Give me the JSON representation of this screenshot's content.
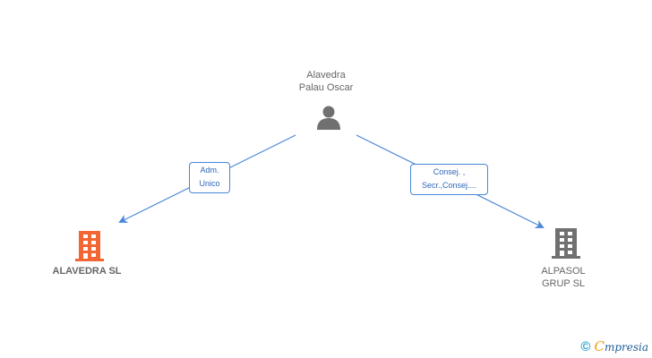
{
  "diagram": {
    "person": {
      "name_line1": "Alavedra",
      "name_line2": "Palau Oscar",
      "icon": "person-icon",
      "color": "#707070"
    },
    "companies": [
      {
        "name": "ALAVEDRA SL",
        "icon": "building-icon",
        "color": "#f26633",
        "bold": true
      },
      {
        "name_line1": "ALPASOL",
        "name_line2": "GRUP SL",
        "icon": "building-icon",
        "color": "#707070",
        "bold": false
      }
    ],
    "edges": [
      {
        "from": "Alavedra Palau Oscar",
        "to": "ALAVEDRA SL",
        "label_line1": "Adm.",
        "label_line2": "Unico"
      },
      {
        "from": "Alavedra Palau Oscar",
        "to": "ALPASOL GRUP SL",
        "label_line1": "Consej. ,",
        "label_line2": "Secr.,Consej...."
      }
    ],
    "edge_color": "#4a86d9"
  },
  "footer": {
    "copyright_symbol": "©",
    "brand_initial": "C",
    "brand_rest": "mpresia"
  }
}
